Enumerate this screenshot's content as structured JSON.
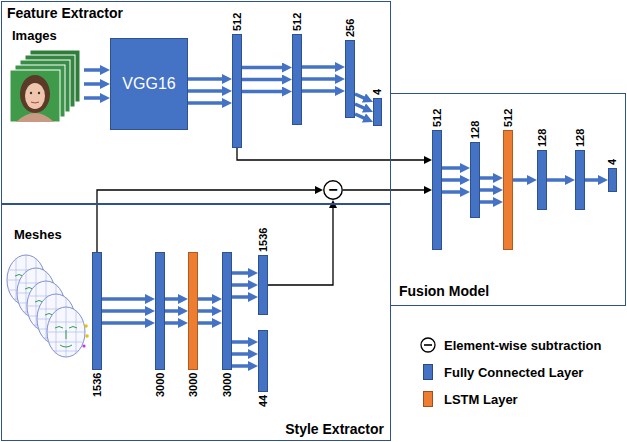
{
  "diagram": {
    "nodes": [
      {
        "text": [
          "Feature Extractor"
        ]
      },
      {
        "text": [
          "VGG16"
        ],
        "in": 0
      },
      {
        "text": [
          "512"
        ],
        "in": 0
      },
      {
        "text": [
          "512"
        ],
        "in": 0
      },
      {
        "text": [
          "256"
        ],
        "in": 0
      },
      {
        "text": [
          "4"
        ],
        "in": 0
      },
      {
        "text": [
          "−"
        ],
        "in": 0
      },
      {
        "text": [
          "Fusion Model"
        ]
      },
      {
        "text": [
          "512"
        ],
        "in": 7
      },
      {
        "text": [
          "128"
        ],
        "in": 7
      },
      {
        "text": [
          "512"
        ],
        "in": 7
      },
      {
        "text": [
          "128"
        ],
        "in": 7
      },
      {
        "text": [
          "128"
        ],
        "in": 7
      },
      {
        "text": [
          "4"
        ],
        "in": 7
      },
      {
        "text": [
          "Style Extractor"
        ]
      },
      {
        "text": [
          "1536"
        ],
        "in": 14
      },
      {
        "text": [
          "3000"
        ],
        "in": 14
      },
      {
        "text": [
          "3000"
        ],
        "in": 14
      },
      {
        "text": [
          "3000"
        ],
        "in": 14
      },
      {
        "text": [
          "1536"
        ],
        "in": 14
      },
      {
        "text": [
          "44"
        ],
        "in": 14
      }
    ],
    "edges": [
      {
        "from": 1,
        "to": 2,
        "arrow": "to"
      },
      {
        "from": 1,
        "to": 2,
        "arrow": "to"
      },
      {
        "from": 1,
        "to": 2,
        "arrow": "to"
      },
      {
        "from": 2,
        "to": 3,
        "arrow": "to"
      },
      {
        "from": 2,
        "to": 3,
        "arrow": "to"
      },
      {
        "from": 2,
        "to": 3,
        "arrow": "to"
      },
      {
        "from": 3,
        "to": 4,
        "arrow": "to"
      },
      {
        "from": 3,
        "to": 4,
        "arrow": "to"
      },
      {
        "from": 3,
        "to": 4,
        "arrow": "to"
      },
      {
        "from": 4,
        "to": 5,
        "arrow": "to"
      },
      {
        "from": 4,
        "to": 5,
        "arrow": "to"
      },
      {
        "from": 4,
        "to": 5,
        "arrow": "to"
      },
      {
        "from": 2,
        "to": 8,
        "arrow": "to"
      },
      {
        "from": 15,
        "to": 6,
        "arrow": "to"
      },
      {
        "from": 19,
        "to": 6,
        "arrow": "to"
      },
      {
        "from": 6,
        "to": 8,
        "arrow": "to"
      },
      {
        "from": 8,
        "to": 9,
        "arrow": "to"
      },
      {
        "from": 8,
        "to": 9,
        "arrow": "to"
      },
      {
        "from": 8,
        "to": 9,
        "arrow": "to"
      },
      {
        "from": 9,
        "to": 10,
        "arrow": "to"
      },
      {
        "from": 9,
        "to": 10,
        "arrow": "to"
      },
      {
        "from": 9,
        "to": 10,
        "arrow": "to"
      },
      {
        "from": 10,
        "to": 11,
        "arrow": "to"
      },
      {
        "from": 11,
        "to": 12,
        "arrow": "to"
      },
      {
        "from": 12,
        "to": 13,
        "arrow": "to"
      },
      {
        "from": 15,
        "to": 16,
        "arrow": "to"
      },
      {
        "from": 15,
        "to": 16,
        "arrow": "to"
      },
      {
        "from": 15,
        "to": 16,
        "arrow": "to"
      },
      {
        "from": 16,
        "to": 17,
        "arrow": "to"
      },
      {
        "from": 16,
        "to": 17,
        "arrow": "to"
      },
      {
        "from": 16,
        "to": 17,
        "arrow": "to"
      },
      {
        "from": 17,
        "to": 18,
        "arrow": "to"
      },
      {
        "from": 17,
        "to": 18,
        "arrow": "to"
      },
      {
        "from": 17,
        "to": 18,
        "arrow": "to"
      },
      {
        "from": 18,
        "to": 19,
        "arrow": "to"
      },
      {
        "from": 18,
        "to": 19,
        "arrow": "to"
      },
      {
        "from": 18,
        "to": 19,
        "arrow": "to"
      },
      {
        "from": 18,
        "to": 20,
        "arrow": "to"
      },
      {
        "from": 18,
        "to": 20,
        "arrow": "to"
      },
      {
        "from": 18,
        "to": 20,
        "arrow": "to"
      }
    ],
    "labels": [
      "Images",
      "Meshes"
    ],
    "legend": [
      {
        "text": "Element-wise subtraction"
      },
      {
        "text": "Fully Connected Layer",
        "color": "#4472c4"
      },
      {
        "text": "LSTM Layer",
        "color": "#ed7d31"
      }
    ]
  }
}
